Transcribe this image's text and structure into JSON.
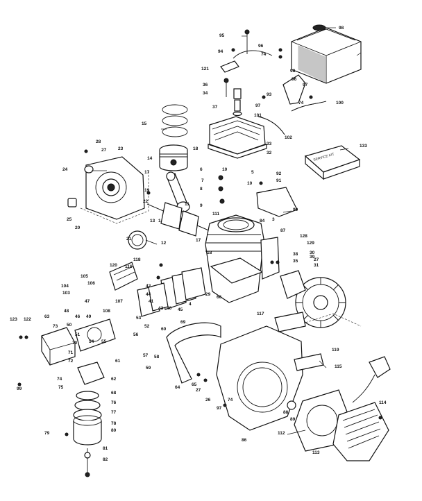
{
  "diagram": {
    "box_text": "SERVICE KIT",
    "callouts": [
      {
        "id": "c95a",
        "text": "95"
      },
      {
        "id": "c98a",
        "text": "98"
      },
      {
        "id": "c96a",
        "text": "96"
      },
      {
        "id": "c74a",
        "text": "74"
      },
      {
        "id": "c94",
        "text": "94"
      },
      {
        "id": "c121",
        "text": "121"
      },
      {
        "id": "c36a",
        "text": "36"
      },
      {
        "id": "c34a",
        "text": "34"
      },
      {
        "id": "c93",
        "text": "93"
      },
      {
        "id": "c98b",
        "text": "98"
      },
      {
        "id": "c96b",
        "text": "96"
      },
      {
        "id": "c97a",
        "text": "97"
      },
      {
        "id": "c74b",
        "text": "74"
      },
      {
        "id": "c97b",
        "text": "97"
      },
      {
        "id": "c100",
        "text": "100"
      },
      {
        "id": "c37",
        "text": "37"
      },
      {
        "id": "c101",
        "text": "101"
      },
      {
        "id": "c15",
        "text": "15"
      },
      {
        "id": "c102",
        "text": "102"
      },
      {
        "id": "c33",
        "text": "33"
      },
      {
        "id": "c32",
        "text": "32"
      },
      {
        "id": "c133",
        "text": "133"
      },
      {
        "id": "c28",
        "text": "28"
      },
      {
        "id": "c27a",
        "text": "27"
      },
      {
        "id": "c23",
        "text": "23"
      },
      {
        "id": "c14",
        "text": "14"
      },
      {
        "id": "c18a",
        "text": "18"
      },
      {
        "id": "c24",
        "text": "24"
      },
      {
        "id": "c6",
        "text": "6"
      },
      {
        "id": "c10a",
        "text": "10"
      },
      {
        "id": "c5",
        "text": "5"
      },
      {
        "id": "c92",
        "text": "92"
      },
      {
        "id": "c91",
        "text": "91"
      },
      {
        "id": "c17a",
        "text": "17"
      },
      {
        "id": "c7",
        "text": "7"
      },
      {
        "id": "c10b",
        "text": "10"
      },
      {
        "id": "c8",
        "text": "8"
      },
      {
        "id": "c19",
        "text": "19"
      },
      {
        "id": "c9",
        "text": "9"
      },
      {
        "id": "c22",
        "text": "22"
      },
      {
        "id": "c11",
        "text": "11"
      },
      {
        "id": "c90",
        "text": "90"
      },
      {
        "id": "c25",
        "text": "25"
      },
      {
        "id": "c13",
        "text": "13"
      },
      {
        "id": "c111",
        "text": "111"
      },
      {
        "id": "c20",
        "text": "20"
      },
      {
        "id": "c1",
        "text": "1"
      },
      {
        "id": "c3",
        "text": "3"
      },
      {
        "id": "c87",
        "text": "87"
      },
      {
        "id": "c128",
        "text": "128"
      },
      {
        "id": "c129",
        "text": "129"
      },
      {
        "id": "c21",
        "text": "21"
      },
      {
        "id": "c12",
        "text": "12"
      },
      {
        "id": "c17b",
        "text": "17"
      },
      {
        "id": "c8b",
        "text": "84"
      },
      {
        "id": "c18b",
        "text": "18"
      },
      {
        "id": "c38",
        "text": "38"
      },
      {
        "id": "c118",
        "text": "118"
      },
      {
        "id": "c116",
        "text": "116"
      },
      {
        "id": "c120",
        "text": "120"
      },
      {
        "id": "c35",
        "text": "35"
      },
      {
        "id": "c39",
        "text": "39"
      },
      {
        "id": "c30",
        "text": "30"
      },
      {
        "id": "c27b",
        "text": "27"
      },
      {
        "id": "c31",
        "text": "31"
      },
      {
        "id": "c105",
        "text": "105"
      },
      {
        "id": "c106",
        "text": "106"
      },
      {
        "id": "c104",
        "text": "104"
      },
      {
        "id": "c103",
        "text": "103"
      },
      {
        "id": "c107",
        "text": "107"
      },
      {
        "id": "c42",
        "text": "42"
      },
      {
        "id": "c44",
        "text": "44"
      },
      {
        "id": "c41",
        "text": "41"
      },
      {
        "id": "c43",
        "text": "43"
      },
      {
        "id": "c40",
        "text": "40"
      },
      {
        "id": "c45",
        "text": "45"
      },
      {
        "id": "c4",
        "text": "4"
      },
      {
        "id": "c29",
        "text": "29"
      },
      {
        "id": "c66",
        "text": "66"
      },
      {
        "id": "c69",
        "text": "69"
      },
      {
        "id": "c117",
        "text": "117"
      },
      {
        "id": "c123",
        "text": "123"
      },
      {
        "id": "c122",
        "text": "122"
      },
      {
        "id": "c63",
        "text": "63"
      },
      {
        "id": "c73",
        "text": "73"
      },
      {
        "id": "c47",
        "text": "47"
      },
      {
        "id": "c48",
        "text": "48"
      },
      {
        "id": "c46",
        "text": "46"
      },
      {
        "id": "c50",
        "text": "50"
      },
      {
        "id": "c49",
        "text": "49"
      },
      {
        "id": "c108",
        "text": "108"
      },
      {
        "id": "c53",
        "text": "53"
      },
      {
        "id": "c52",
        "text": "52"
      },
      {
        "id": "c51",
        "text": "51"
      },
      {
        "id": "c54",
        "text": "54"
      },
      {
        "id": "c55",
        "text": "55"
      },
      {
        "id": "c56",
        "text": "56"
      },
      {
        "id": "c57",
        "text": "57"
      },
      {
        "id": "c58",
        "text": "58"
      },
      {
        "id": "c59",
        "text": "59"
      },
      {
        "id": "c60",
        "text": "60"
      },
      {
        "id": "c61",
        "text": "61"
      },
      {
        "id": "c62",
        "text": "62"
      },
      {
        "id": "c64",
        "text": "64"
      },
      {
        "id": "c65",
        "text": "65"
      },
      {
        "id": "c70",
        "text": "70"
      },
      {
        "id": "c71",
        "text": "71"
      },
      {
        "id": "c72",
        "text": "72"
      },
      {
        "id": "c27c",
        "text": "27"
      },
      {
        "id": "c26",
        "text": "26"
      },
      {
        "id": "c119",
        "text": "119"
      },
      {
        "id": "c115",
        "text": "115"
      },
      {
        "id": "c74c",
        "text": "74"
      },
      {
        "id": "c75",
        "text": "75"
      },
      {
        "id": "c68",
        "text": "68"
      },
      {
        "id": "c76",
        "text": "76"
      },
      {
        "id": "c77",
        "text": "77"
      },
      {
        "id": "c78",
        "text": "78"
      },
      {
        "id": "c79",
        "text": "79"
      },
      {
        "id": "c80",
        "text": "80"
      },
      {
        "id": "c81",
        "text": "81"
      },
      {
        "id": "c82",
        "text": "82"
      },
      {
        "id": "c74d",
        "text": "74"
      },
      {
        "id": "c97c",
        "text": "97"
      },
      {
        "id": "c88",
        "text": "88"
      },
      {
        "id": "c89",
        "text": "89"
      },
      {
        "id": "c86",
        "text": "86"
      },
      {
        "id": "c112",
        "text": "112"
      },
      {
        "id": "c113",
        "text": "113"
      },
      {
        "id": "c114",
        "text": "114"
      },
      {
        "id": "c99",
        "text": "99"
      }
    ]
  }
}
